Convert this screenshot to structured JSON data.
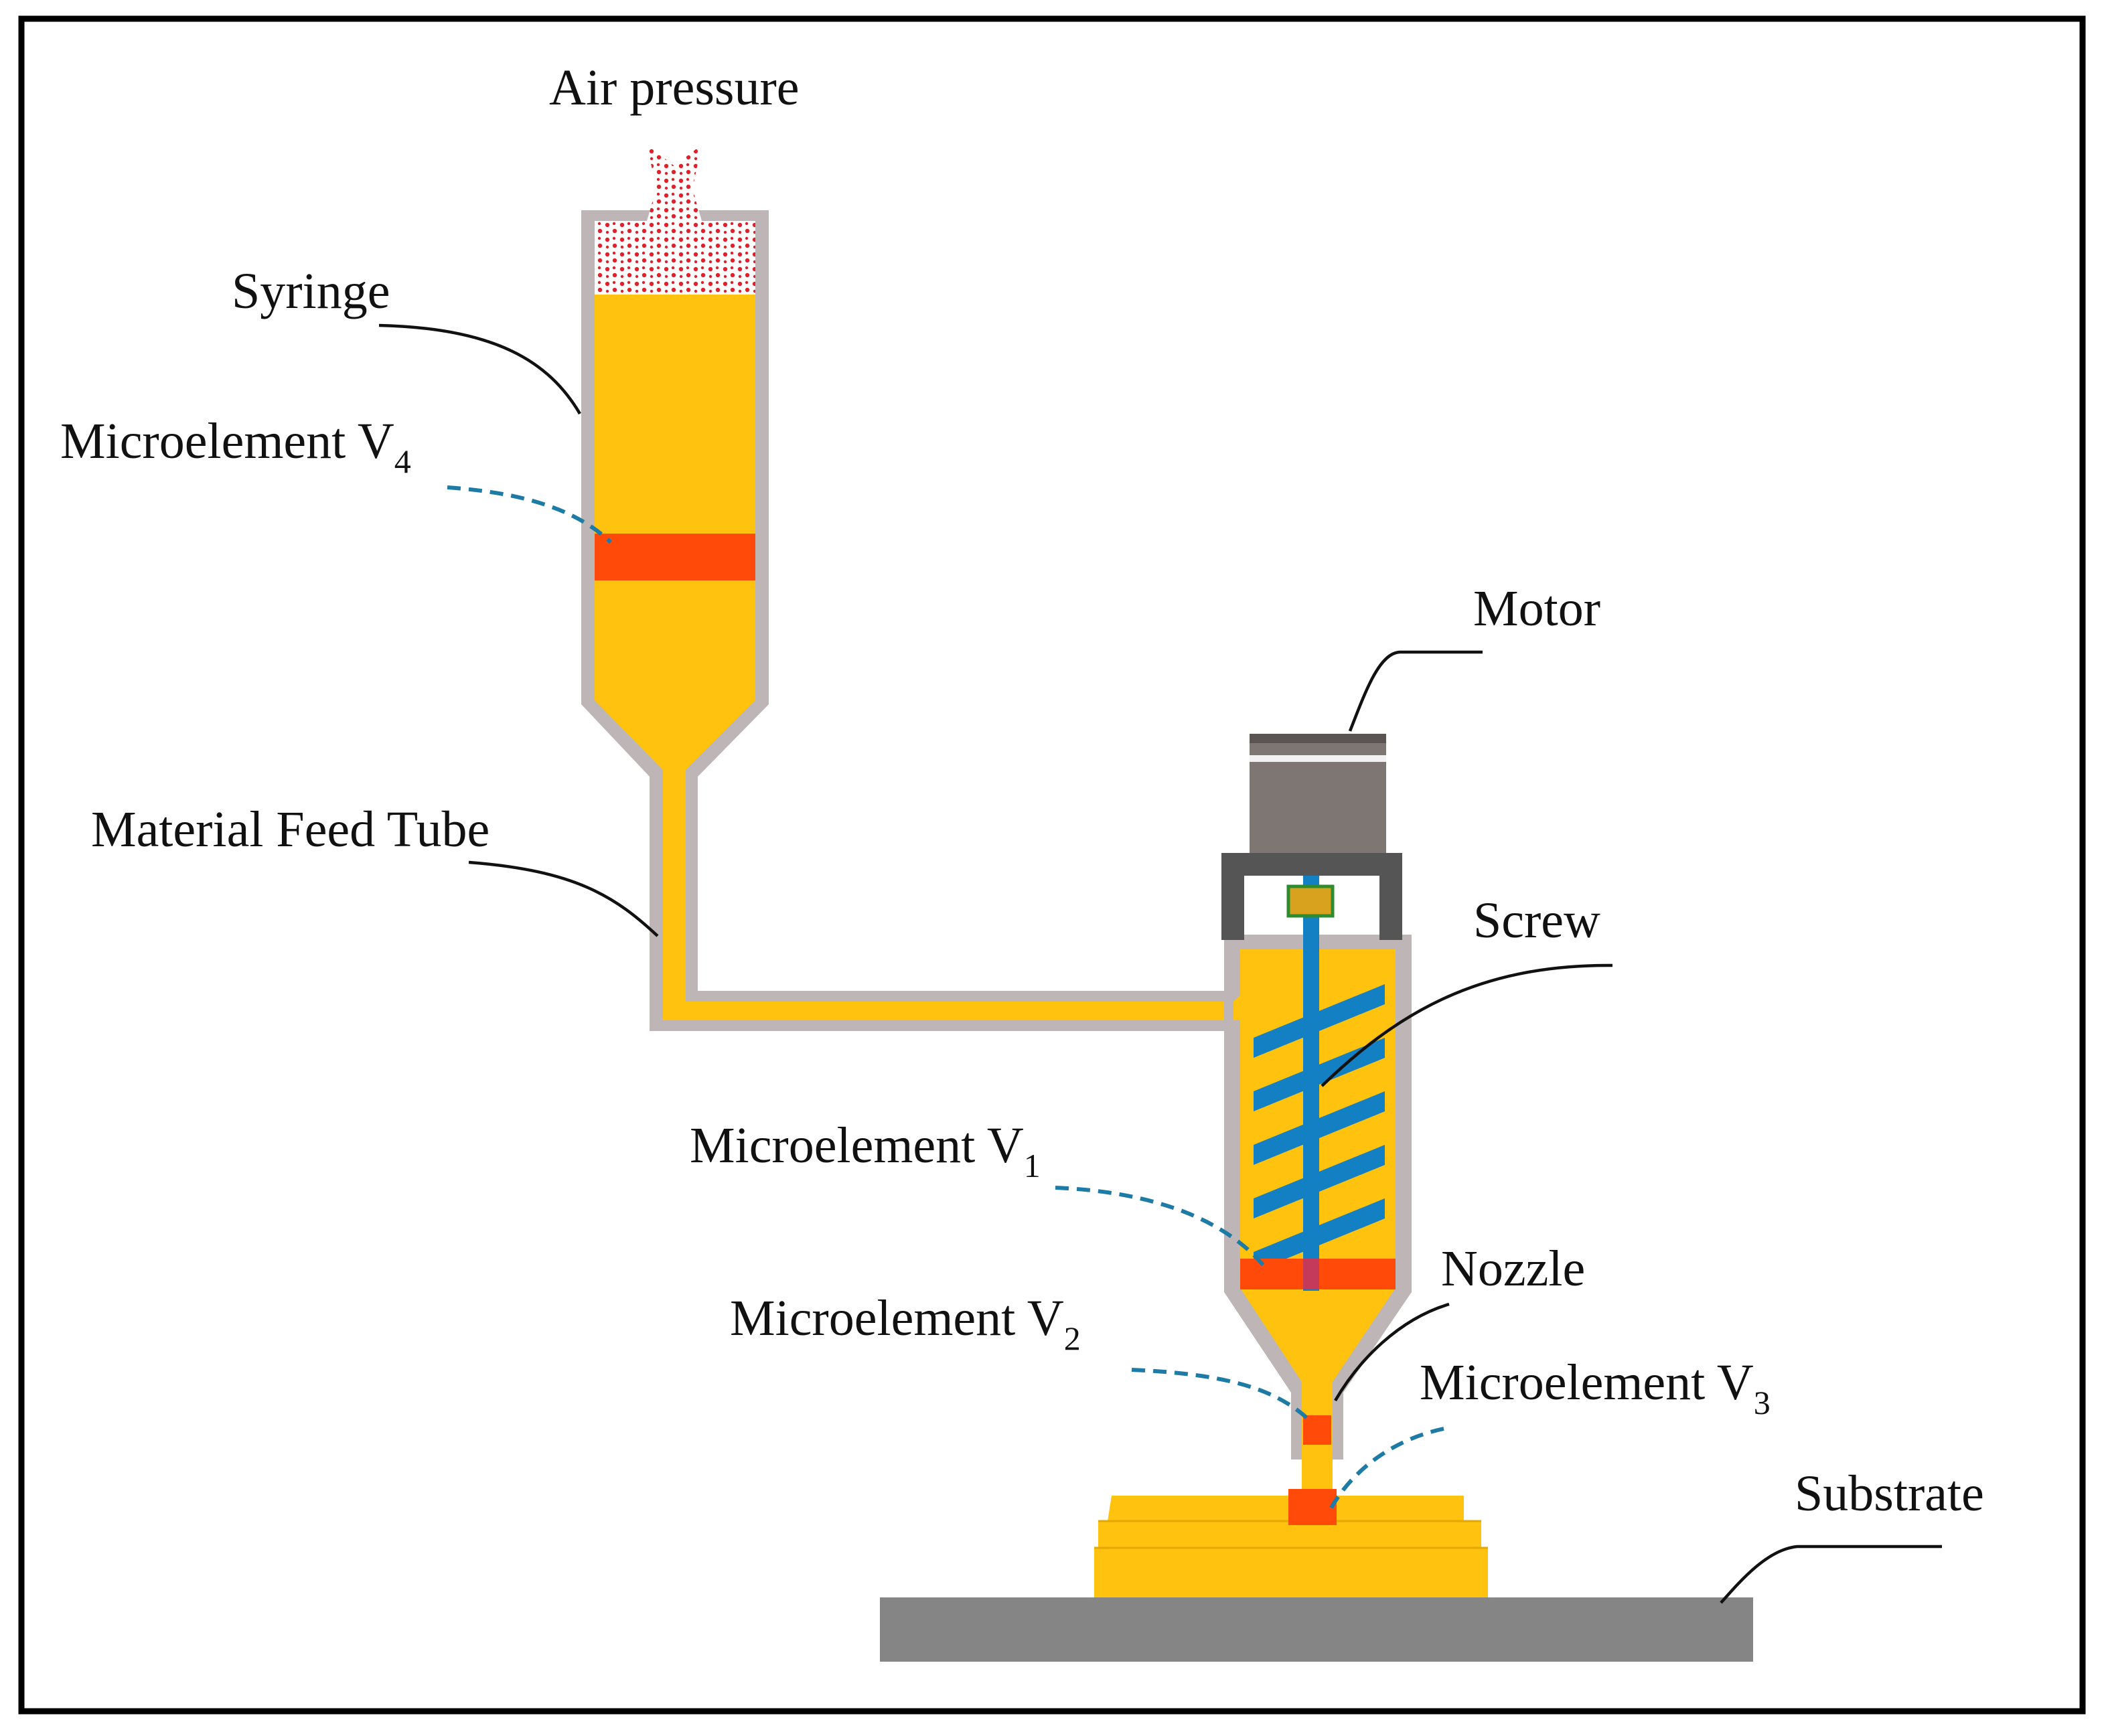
{
  "colors": {
    "material": "#FFC20E",
    "casing": "#BEB6B6",
    "microelement": "#FF4A0A",
    "screw": "#1380C4",
    "motor_body": "#7D7673",
    "motor_cap": "#555555",
    "substrate": "#858585",
    "air": "#E0202A",
    "leader": "#111111",
    "dashed_leader": "#1E7BA6",
    "frame": "#000000"
  },
  "labels": {
    "air_pressure": "Air pressure",
    "syringe": "Syringe",
    "microelement_v4": {
      "text": "Microelement V",
      "sub": "4"
    },
    "motor": "Motor",
    "material_feed_tube": "Material Feed Tube",
    "screw": "Screw",
    "microelement_v1": {
      "text": "Microelement V",
      "sub": "1"
    },
    "nozzle": "Nozzle",
    "microelement_v2": {
      "text": "Microelement V",
      "sub": "2"
    },
    "microelement_v3": {
      "text": "Microelement V",
      "sub": "3"
    },
    "substrate": "Substrate"
  },
  "icons": {
    "air": "dotted-air-pressure",
    "motor": "stepper-motor-icon",
    "screw": "helical-screw-icon"
  }
}
